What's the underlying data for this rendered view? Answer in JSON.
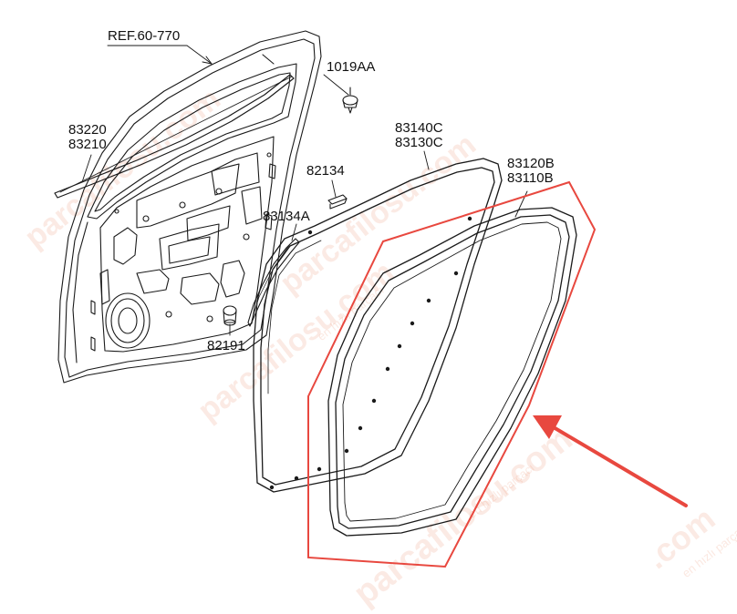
{
  "diagram": {
    "reference_label": "REF.60-770",
    "part_labels": {
      "p1019aa": "1019AA",
      "p83220": "83220",
      "p83210": "83210",
      "p83140c": "83140C",
      "p83130c": "83130C",
      "p82134": "82134",
      "p83134a": "83134A",
      "p83120b": "83120B",
      "p83110b": "83110B",
      "p82191": "82191"
    }
  },
  "watermarks": {
    "brand_1": "parcafilosu.com",
    "brand_2": "parcafilosu.com",
    "brand_3": "parcafilosu.com",
    "brand_4": "parcafilosu.com",
    "brand_5": ".com",
    "tagline_1": "en hızlı parçacı",
    "tagline_2": "en hızlı parçacı",
    "tagline_3": "en hızlı parçacı"
  },
  "colors": {
    "highlight": "#e8483f",
    "line": "#1a1a1a"
  }
}
